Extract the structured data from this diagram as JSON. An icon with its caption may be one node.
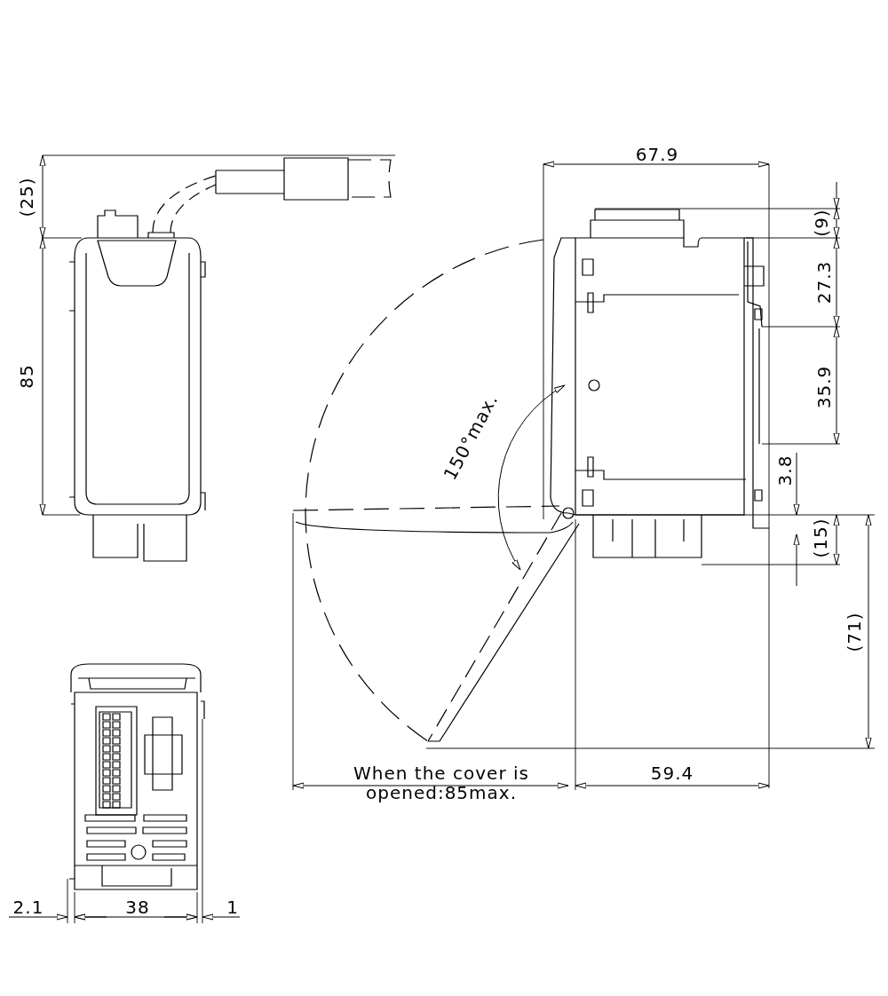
{
  "diagram": {
    "labels": [
      "(25)",
      "67.9",
      "(9)",
      "85",
      "27.3",
      "35.9",
      "150°max.",
      "3.8",
      "(15)",
      "(71)",
      "When the cover is opened:85max.",
      "59.4",
      "2.1",
      "38",
      "1"
    ]
  }
}
